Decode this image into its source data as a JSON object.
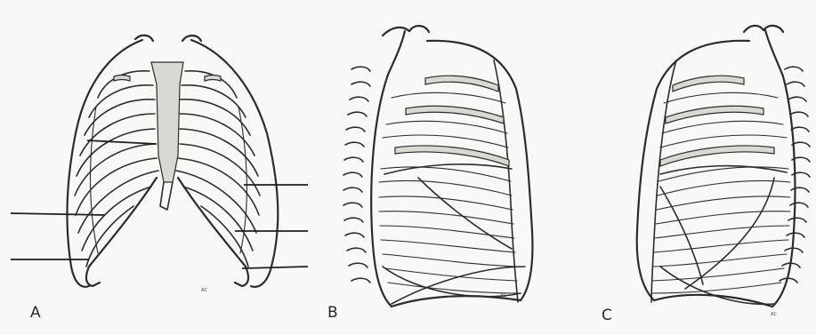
{
  "panels": [
    {
      "label": "A",
      "initials": "AC"
    },
    {
      "label": "B",
      "initials": "AC"
    },
    {
      "label": "C",
      "initials": "AC"
    }
  ]
}
